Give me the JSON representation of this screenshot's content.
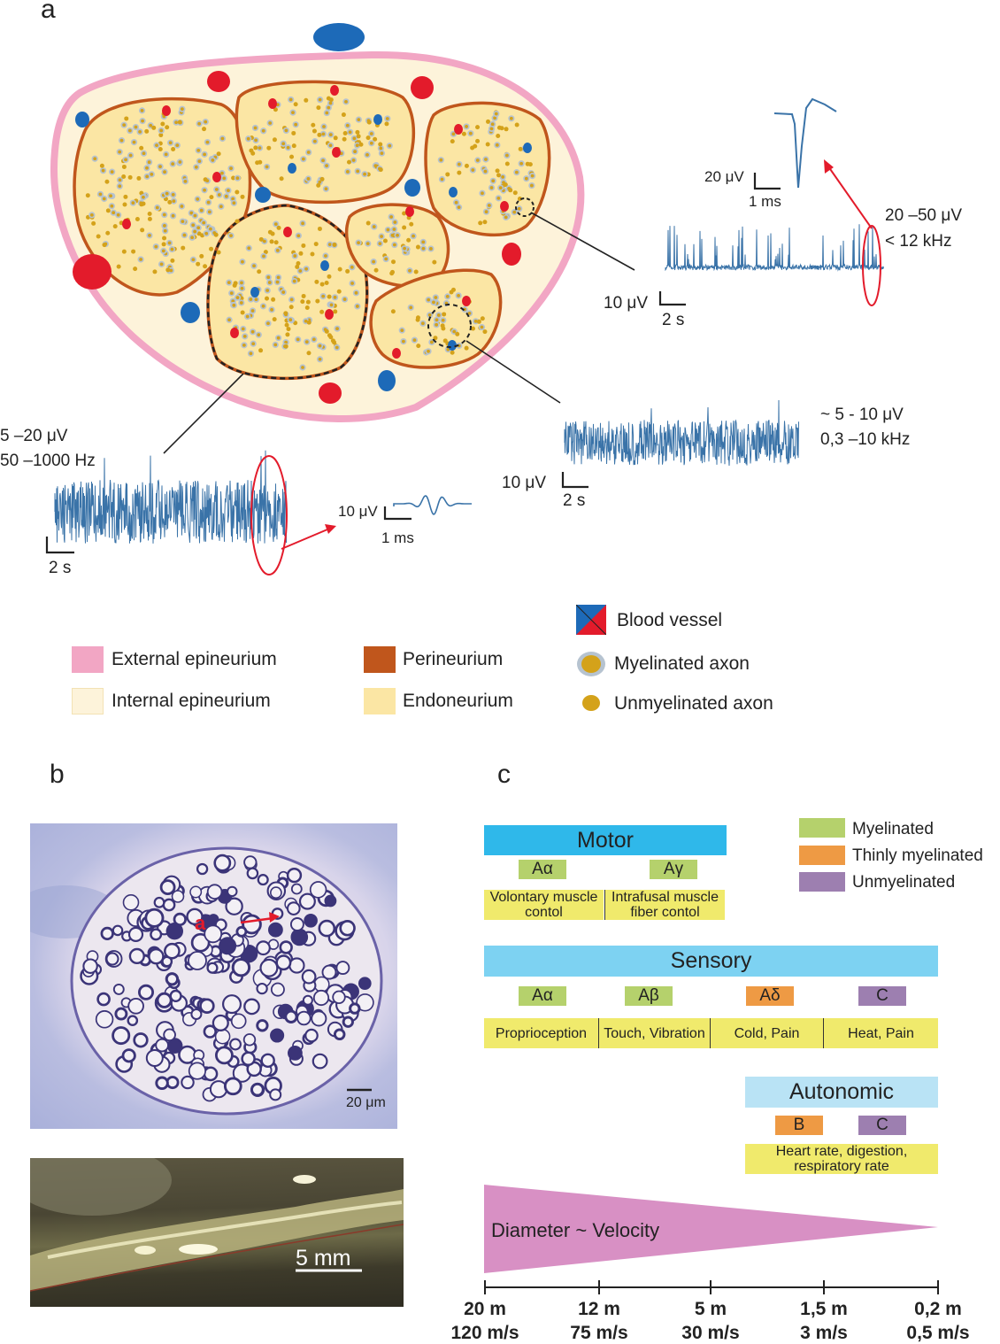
{
  "panel_a": {
    "letter": "a",
    "signal_top_right": {
      "inset_scale_y": "20 μV",
      "inset_scale_x": "1 ms",
      "amp_freq_line1": "20 –50 μV",
      "amp_freq_line2": "< 12 kHz",
      "scale_y": "10 μV",
      "scale_x": "2 s"
    },
    "signal_bottom_left": {
      "amp_line1": "5 –20 μV",
      "freq_line2": "50 –1000 Hz",
      "scale_x": "2 s",
      "inset_scale_y": "10 μV",
      "inset_scale_x": "1 ms"
    },
    "signal_middle": {
      "amp_line1": "~ 5 - 10 μV",
      "freq_line2": "0,3 –10 kHz",
      "scale_y": "10 μV",
      "scale_x": "2 s"
    },
    "legend": [
      {
        "label": "External epineurium",
        "color": "#f2a6c4"
      },
      {
        "label": "Internal epineurium",
        "color": "#fdf3da"
      },
      {
        "label": "Perineurium",
        "color": "#c0561c"
      },
      {
        "label": "Endoneurium",
        "color": "#fbe6a4"
      },
      {
        "label": "Blood vessel",
        "colors": [
          "#1d6ab8",
          "#e31b2b"
        ]
      },
      {
        "label": "Myelinated axon",
        "color": "#d4a21a"
      },
      {
        "label": "Unmyelinated axon",
        "color": "#d4a21a"
      }
    ],
    "colors": {
      "epineurium_outer": "#f2a6c4",
      "epineurium_inner": "#fdf3da",
      "perineurium": "#c0561c",
      "endoneurium": "#fbe6a4",
      "vessel_red": "#e31b2b",
      "vessel_blue": "#1d6ab8",
      "signal": "#3a73a8",
      "highlight": "#e31b2b"
    }
  },
  "panel_b": {
    "letter": "b",
    "arrow_label": "a",
    "micro_scale": "20 μm",
    "photo_scale": "5 mm"
  },
  "panel_c": {
    "letter": "c",
    "legend": [
      {
        "label": "Myelinated",
        "color": "#b5d16c"
      },
      {
        "label": "Thinly myelinated",
        "color": "#ee9a44"
      },
      {
        "label": "Unmyelinated",
        "color": "#9d7fb0"
      }
    ],
    "motor": {
      "title": "Motor",
      "color": "#2fb8ea",
      "fibers": [
        {
          "label": "Aα",
          "type": "myelinated"
        },
        {
          "label": "Aγ",
          "type": "myelinated"
        }
      ],
      "functions": [
        "Volontary muscle contol",
        "Intrafusal muscle fiber contol"
      ]
    },
    "sensory": {
      "title": "Sensory",
      "color": "#7dd2f2",
      "fibers": [
        {
          "label": "Aα",
          "type": "myelinated"
        },
        {
          "label": "Aβ",
          "type": "myelinated"
        },
        {
          "label": "Aδ",
          "type": "thin"
        },
        {
          "label": "C",
          "type": "unmyelinated"
        }
      ],
      "functions": [
        "Proprioception",
        "Touch, Vibration",
        "Cold, Pain",
        "Heat, Pain"
      ]
    },
    "autonomic": {
      "title": "Autonomic",
      "color": "#b9e3f5",
      "fibers": [
        {
          "label": "B",
          "type": "thin"
        },
        {
          "label": "C",
          "type": "unmyelinated"
        }
      ],
      "functions": [
        "Heart rate, digestion, respiratory rate"
      ]
    },
    "wedge": {
      "label": "Diameter ~ Velocity",
      "color": "#d890c4"
    },
    "axis": [
      {
        "diameter": "20 m",
        "velocity": "120 m/s"
      },
      {
        "diameter": "12 m",
        "velocity": "75 m/s"
      },
      {
        "diameter": "5 m",
        "velocity": "30 m/s"
      },
      {
        "diameter": "1,5 m",
        "velocity": "3 m/s"
      },
      {
        "diameter": "0,2 m",
        "velocity": "0,5 m/s"
      }
    ]
  }
}
